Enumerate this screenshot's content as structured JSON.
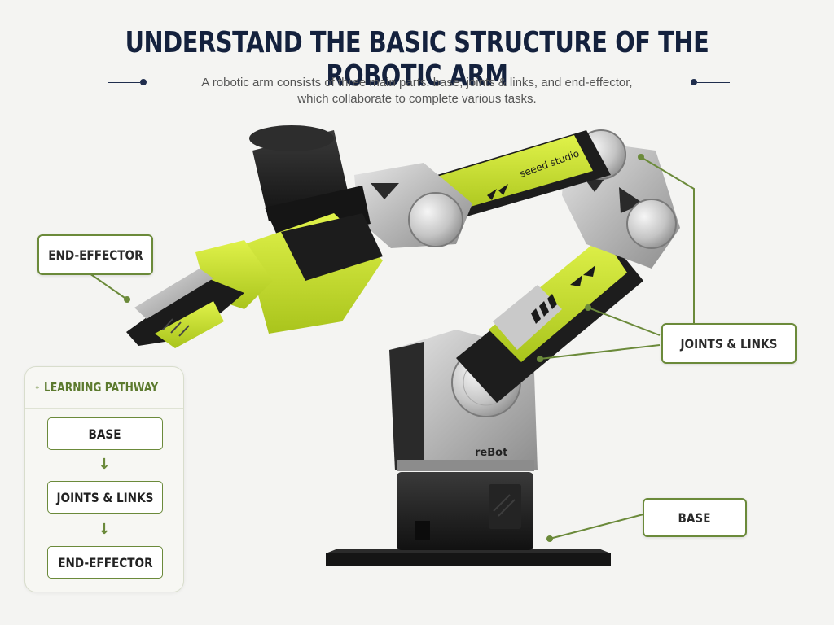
{
  "header": {
    "title": "UNDERSTAND THE BASIC STRUCTURE OF THE ROBOTIC ARM",
    "subtitle_line1": "A robotic arm consists of three main parts: base, joints & links, and end-effector,",
    "subtitle_line2": "which collaborate to complete various tasks."
  },
  "callouts": {
    "end_effector": "END-EFFECTOR",
    "joints_links": "JOINTS & LINKS",
    "base": "BASE"
  },
  "robot": {
    "brand_text": "seeed studio",
    "model_text": "reBot"
  },
  "pathway": {
    "title": "LEARNING PATHWAY",
    "icon": "graduation-cap-icon",
    "steps": [
      "BASE",
      "JOINTS & LINKS",
      "END-EFFECTOR"
    ],
    "arrow": "↓"
  },
  "colors": {
    "accent_green": "#6b8a3a",
    "lime": "#c8e02e",
    "title_navy": "#14213d"
  }
}
